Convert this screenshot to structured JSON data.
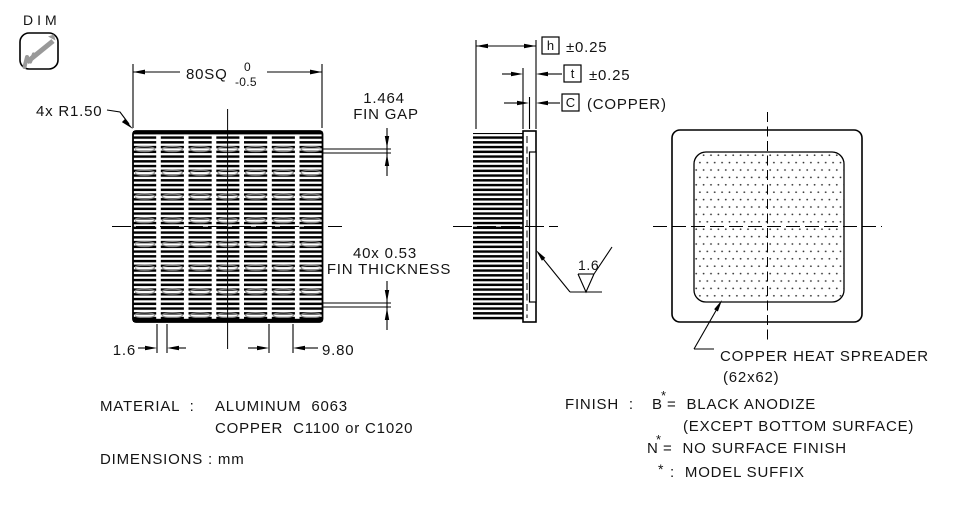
{
  "badge": {
    "label": "DIM"
  },
  "front_view": {
    "size_dim": "80SQ",
    "tol_upper": "0",
    "tol_lower": "-0.5",
    "corner_note": "4x R1.50",
    "fin_gap_value": "1.464",
    "fin_gap_label": "FIN GAP",
    "fin_thickness_value": "40x 0.53",
    "fin_thickness_label": "FIN THICKNESS",
    "pitch_dim": "1.6",
    "offset_dim": "9.80"
  },
  "side_view": {
    "height_symbol": "h",
    "height_tol": "±0.25",
    "thickness_symbol": "t",
    "thickness_tol": "±0.25",
    "copper_symbol": "C",
    "copper_note": "(COPPER)",
    "roughness_value": "1.6"
  },
  "bottom_view": {
    "callout_line1": "COPPER HEAT SPREADER",
    "callout_line2": "(62x62)"
  },
  "notes": {
    "material_label": "MATERIAL  :",
    "material_value_1": "ALUMINUM  6063",
    "material_value_2": "COPPER  C1100 or C1020",
    "dimensions_line": "DIMENSIONS : mm"
  },
  "finish": {
    "label": "FINISH  :",
    "b_key": "B",
    "b_star": "*",
    "b_value": "=  BLACK ANODIZE",
    "b_value_cont": "(EXCEPT BOTTOM SURFACE)",
    "n_key": "N",
    "n_star": "*",
    "n_value": "=  NO SURFACE FINISH",
    "suffix_star": "*",
    "suffix_value": ":  MODEL SUFFIX"
  },
  "colors": {
    "line": "#000000",
    "caliper_gray": "#999999",
    "lens_gray": "#8a8a8a"
  }
}
